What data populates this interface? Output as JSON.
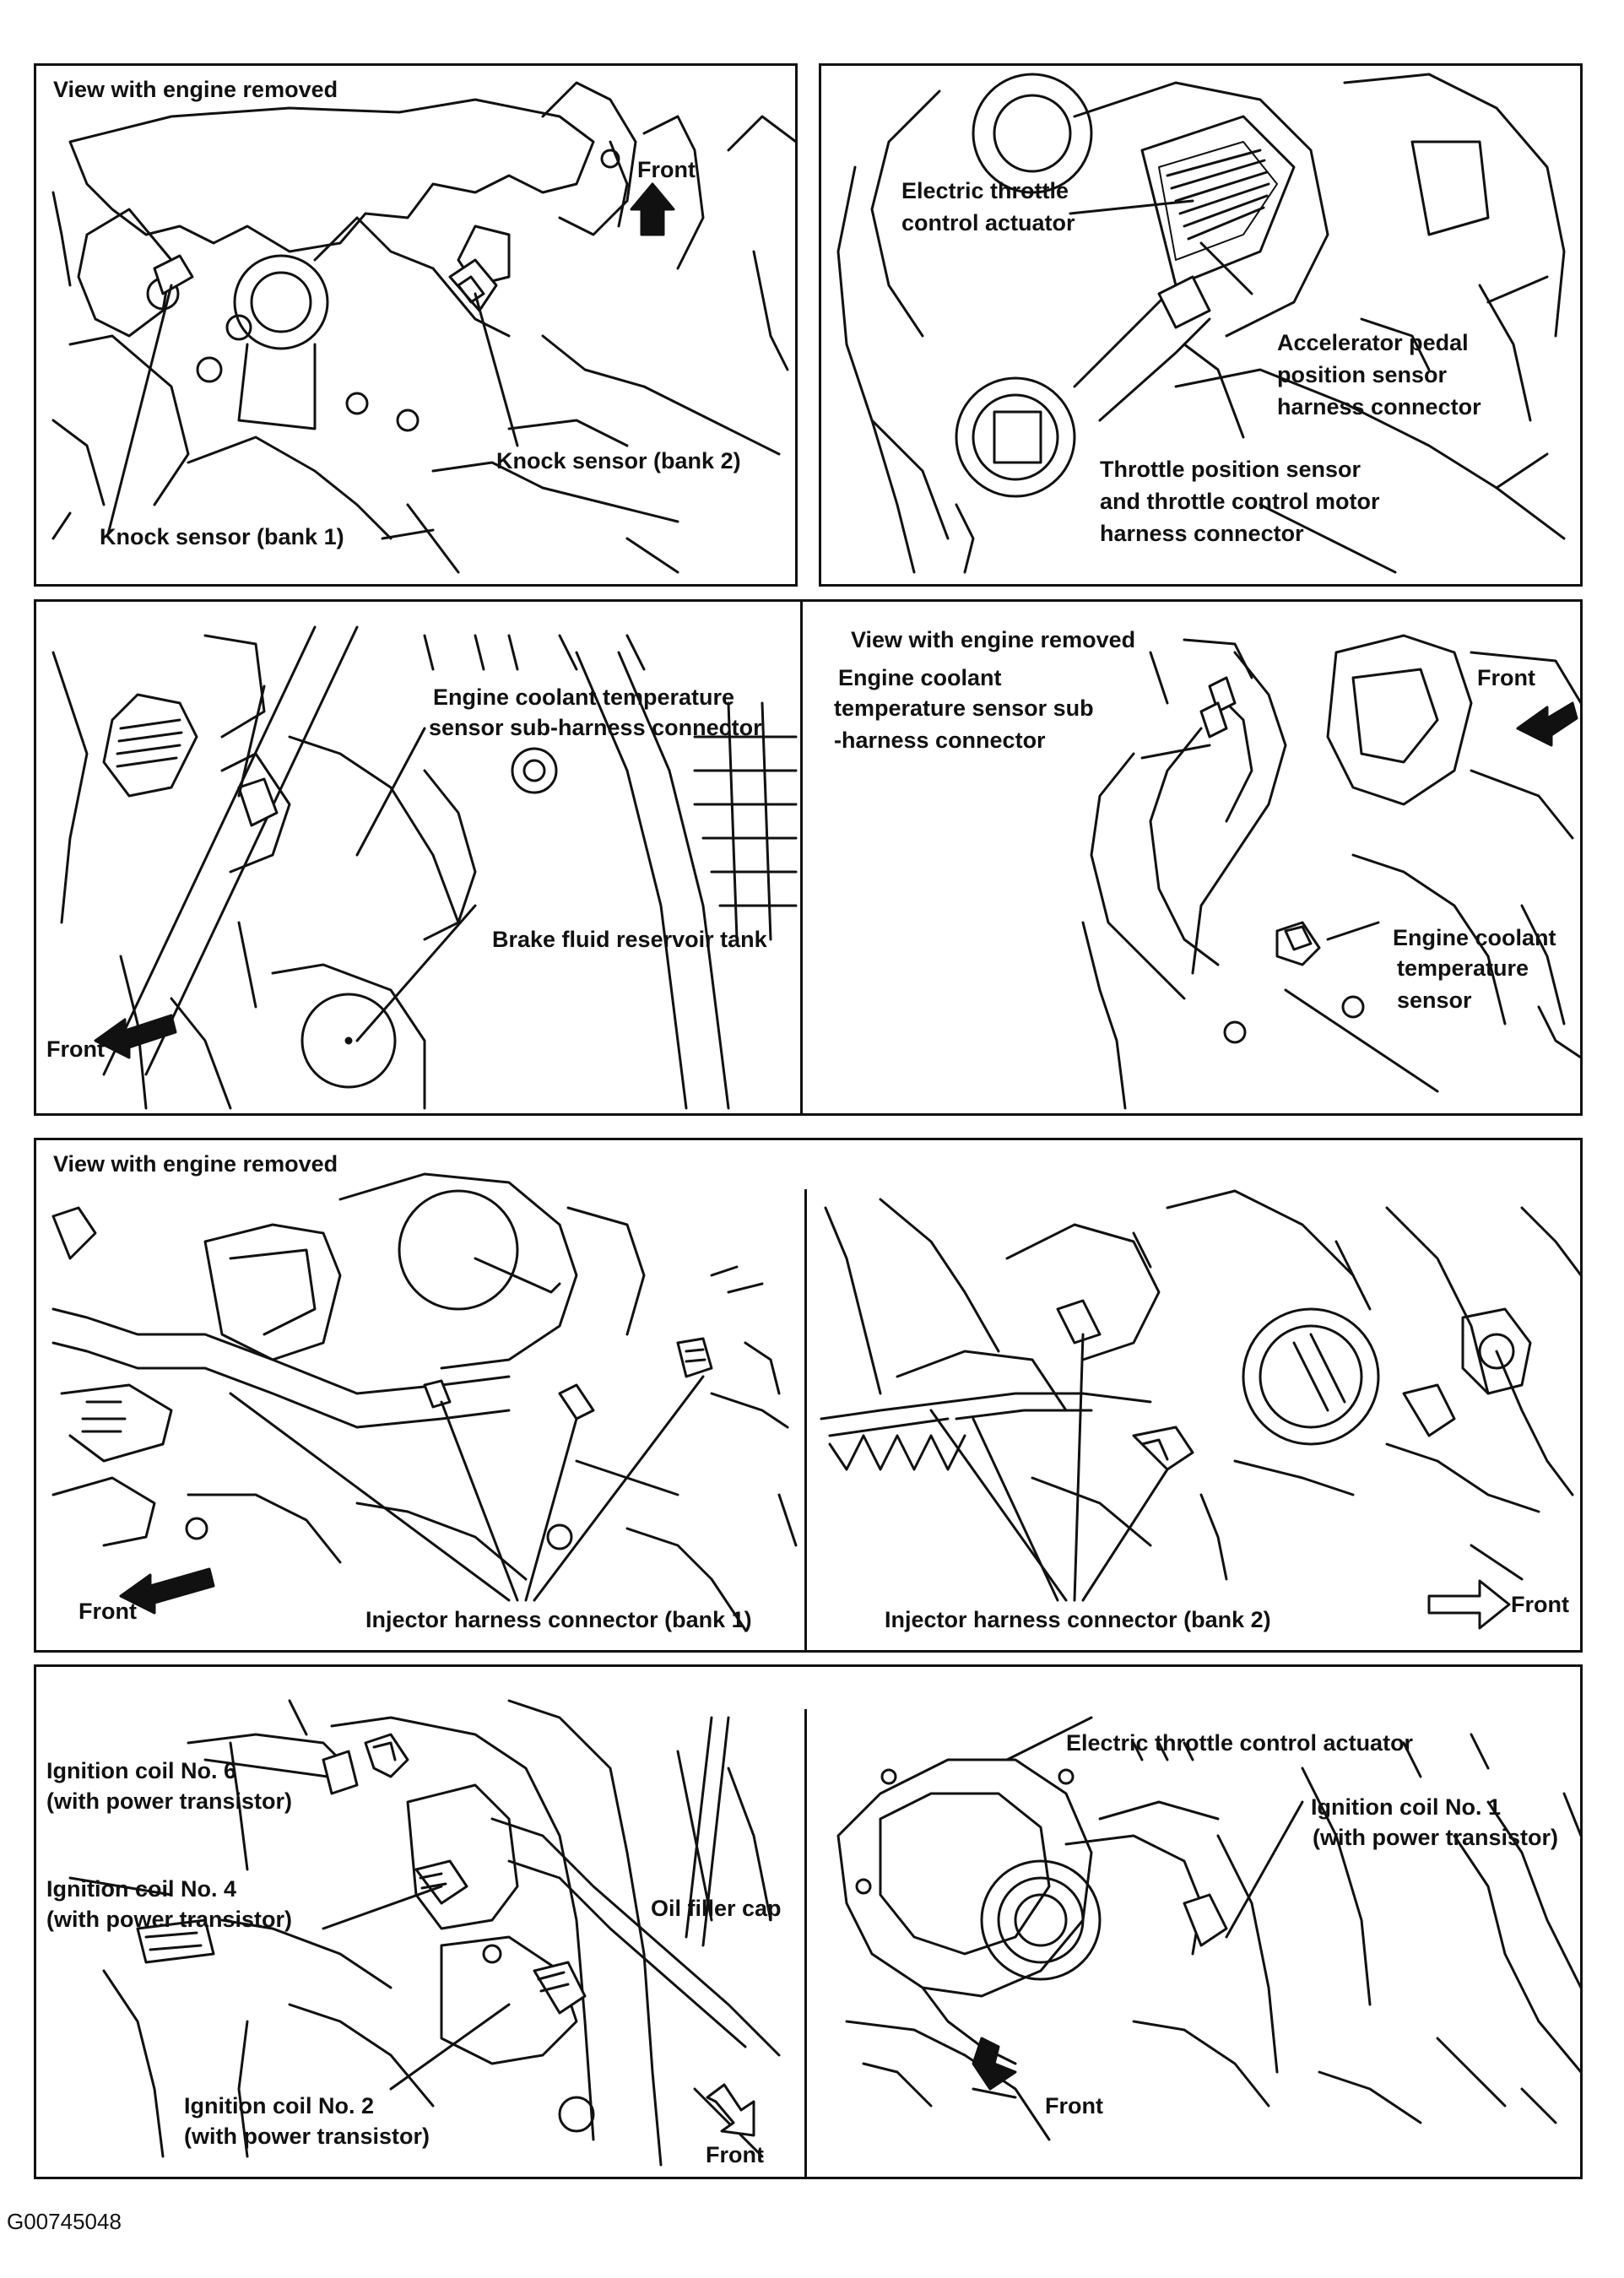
{
  "code": "G00745048",
  "panels": {
    "p1": {
      "title": "View with engine removed",
      "front": "Front",
      "knock2": "Knock sensor (bank 2)",
      "knock1": "Knock sensor (bank 1)"
    },
    "p2": {
      "etc1": "Electric throttle",
      "etc2": "control actuator",
      "app1": "Accelerator pedal",
      "app2": "position sensor",
      "app3": "harness connector",
      "tps1": "Throttle position sensor",
      "tps2": "and throttle control motor",
      "tps3": "harness connector"
    },
    "p3": {
      "ect1": "Engine coolant temperature",
      "ect2": "sensor sub-harness connector",
      "brake": "Brake fluid reservoir tank",
      "front": "Front"
    },
    "p4": {
      "title": "View with engine removed",
      "front": "Front",
      "sub1": "Engine coolant",
      "sub2": "temperature sensor sub",
      "sub3": "-harness connector",
      "sen1": "Engine coolant",
      "sen2": "temperature",
      "sen3": "sensor"
    },
    "p5": {
      "title": "View with engine removed",
      "front": "Front",
      "inj1": "Injector harness connector (bank 1)"
    },
    "p6": {
      "inj2": "Injector harness connector (bank 2)",
      "front": "Front"
    },
    "p7": {
      "c6a": "Ignition coil No. 6",
      "c6b": "(with power transistor)",
      "c4a": "Ignition coil No. 4",
      "c4b": "(with power transistor)",
      "c2a": "Ignition coil No. 2",
      "c2b": "(with power transistor)",
      "oil": "Oil filler cap",
      "front": "Front"
    },
    "p8": {
      "etc": "Electric throttle control actuator",
      "c1a": "Ignition coil No. 1",
      "c1b": "(with power transistor)",
      "front": "Front"
    }
  }
}
